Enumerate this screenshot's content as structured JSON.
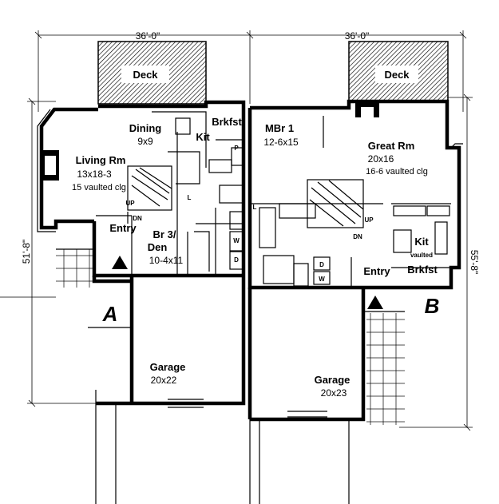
{
  "dimensions": {
    "width_a": "36'-0\"",
    "width_b": "36'-0\"",
    "depth_a": "51'-8\"",
    "depth_b": "55'-8\""
  },
  "units": {
    "a": "A",
    "b": "B"
  },
  "rooms_a": {
    "deck": "Deck",
    "dining": "Dining",
    "dining_size": "9x9",
    "brkfst": "Brkfst",
    "kit": "Kit",
    "living": "Living Rm",
    "living_size": "13x18-3",
    "living_note": "15 vaulted clg",
    "entry": "Entry",
    "br3": "Br 3/",
    "den": "Den",
    "br3_size": "10-4x11",
    "garage": "Garage",
    "garage_size": "20x22"
  },
  "rooms_b": {
    "deck": "Deck",
    "mbr": "MBr 1",
    "mbr_size": "12-6x15",
    "great": "Great Rm",
    "great_size": "20x16",
    "great_note": "16-6 vaulted clg",
    "kit": "Kit",
    "kit_note": "vaulted",
    "brkfst": "Brkfst",
    "entry": "Entry",
    "garage": "Garage",
    "garage_size": "20x23"
  },
  "stairs": {
    "up": "UP",
    "dn": "DN"
  },
  "fixtures": {
    "w": "W",
    "d": "D",
    "l": "L",
    "p": "P"
  }
}
